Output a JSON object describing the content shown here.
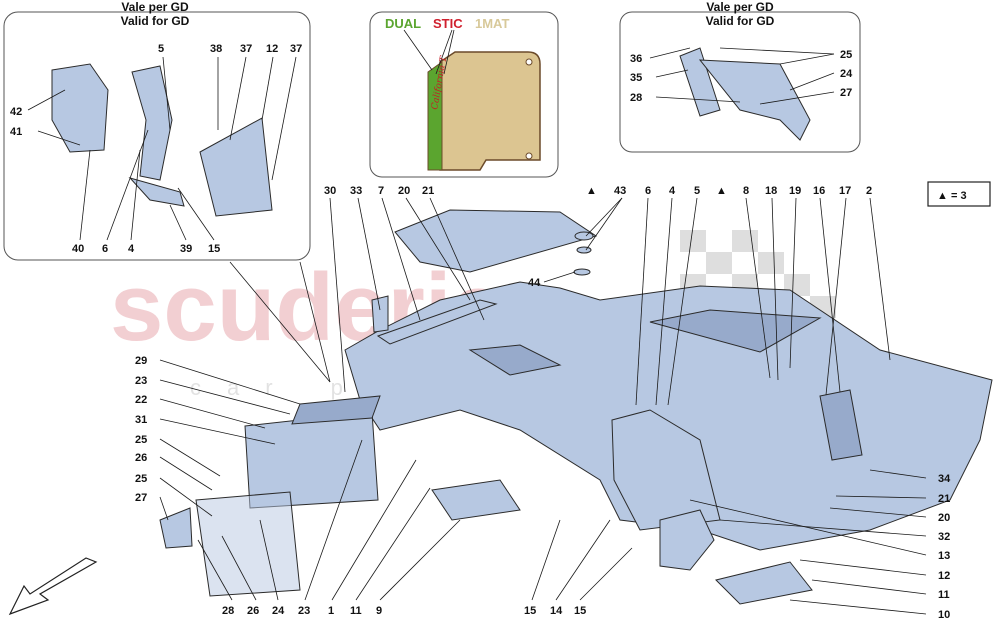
{
  "inset_left": {
    "line1": "Vale per GD",
    "line2": "Valid for GD",
    "labels": [
      "5",
      "38",
      "37",
      "12",
      "37",
      "42",
      "41",
      "40",
      "6",
      "4",
      "39",
      "15"
    ]
  },
  "inset_right": {
    "line1": "Vale per GD",
    "line2": "Valid for GD",
    "labels": [
      "36",
      "25",
      "35",
      "24",
      "28",
      "27"
    ]
  },
  "mat_legend": {
    "dual": "DUAL",
    "stic": "STIC",
    "mat": "1MAT",
    "colors": {
      "dual": "#5ba52f",
      "stic": "#d0202e",
      "mat": "#d8c99a"
    }
  },
  "note": {
    "symbol": "▲",
    "text": "= 3"
  },
  "watermark": {
    "main": "scuderia",
    "sub": "car parts"
  },
  "top_labels": [
    "30",
    "33",
    "7",
    "20",
    "21",
    "▲",
    "43",
    "6",
    "4",
    "5",
    "▲",
    "8",
    "18",
    "19",
    "16",
    "17",
    "2"
  ],
  "left_labels": [
    "29",
    "23",
    "22",
    "31",
    "25",
    "26",
    "25",
    "27"
  ],
  "bottom_labels": [
    "28",
    "26",
    "24",
    "23",
    "1",
    "11",
    "9",
    "15",
    "14",
    "15"
  ],
  "right_labels": [
    "34",
    "21",
    "20",
    "32",
    "13",
    "12",
    "11",
    "10"
  ],
  "mid_labels": [
    "44"
  ]
}
